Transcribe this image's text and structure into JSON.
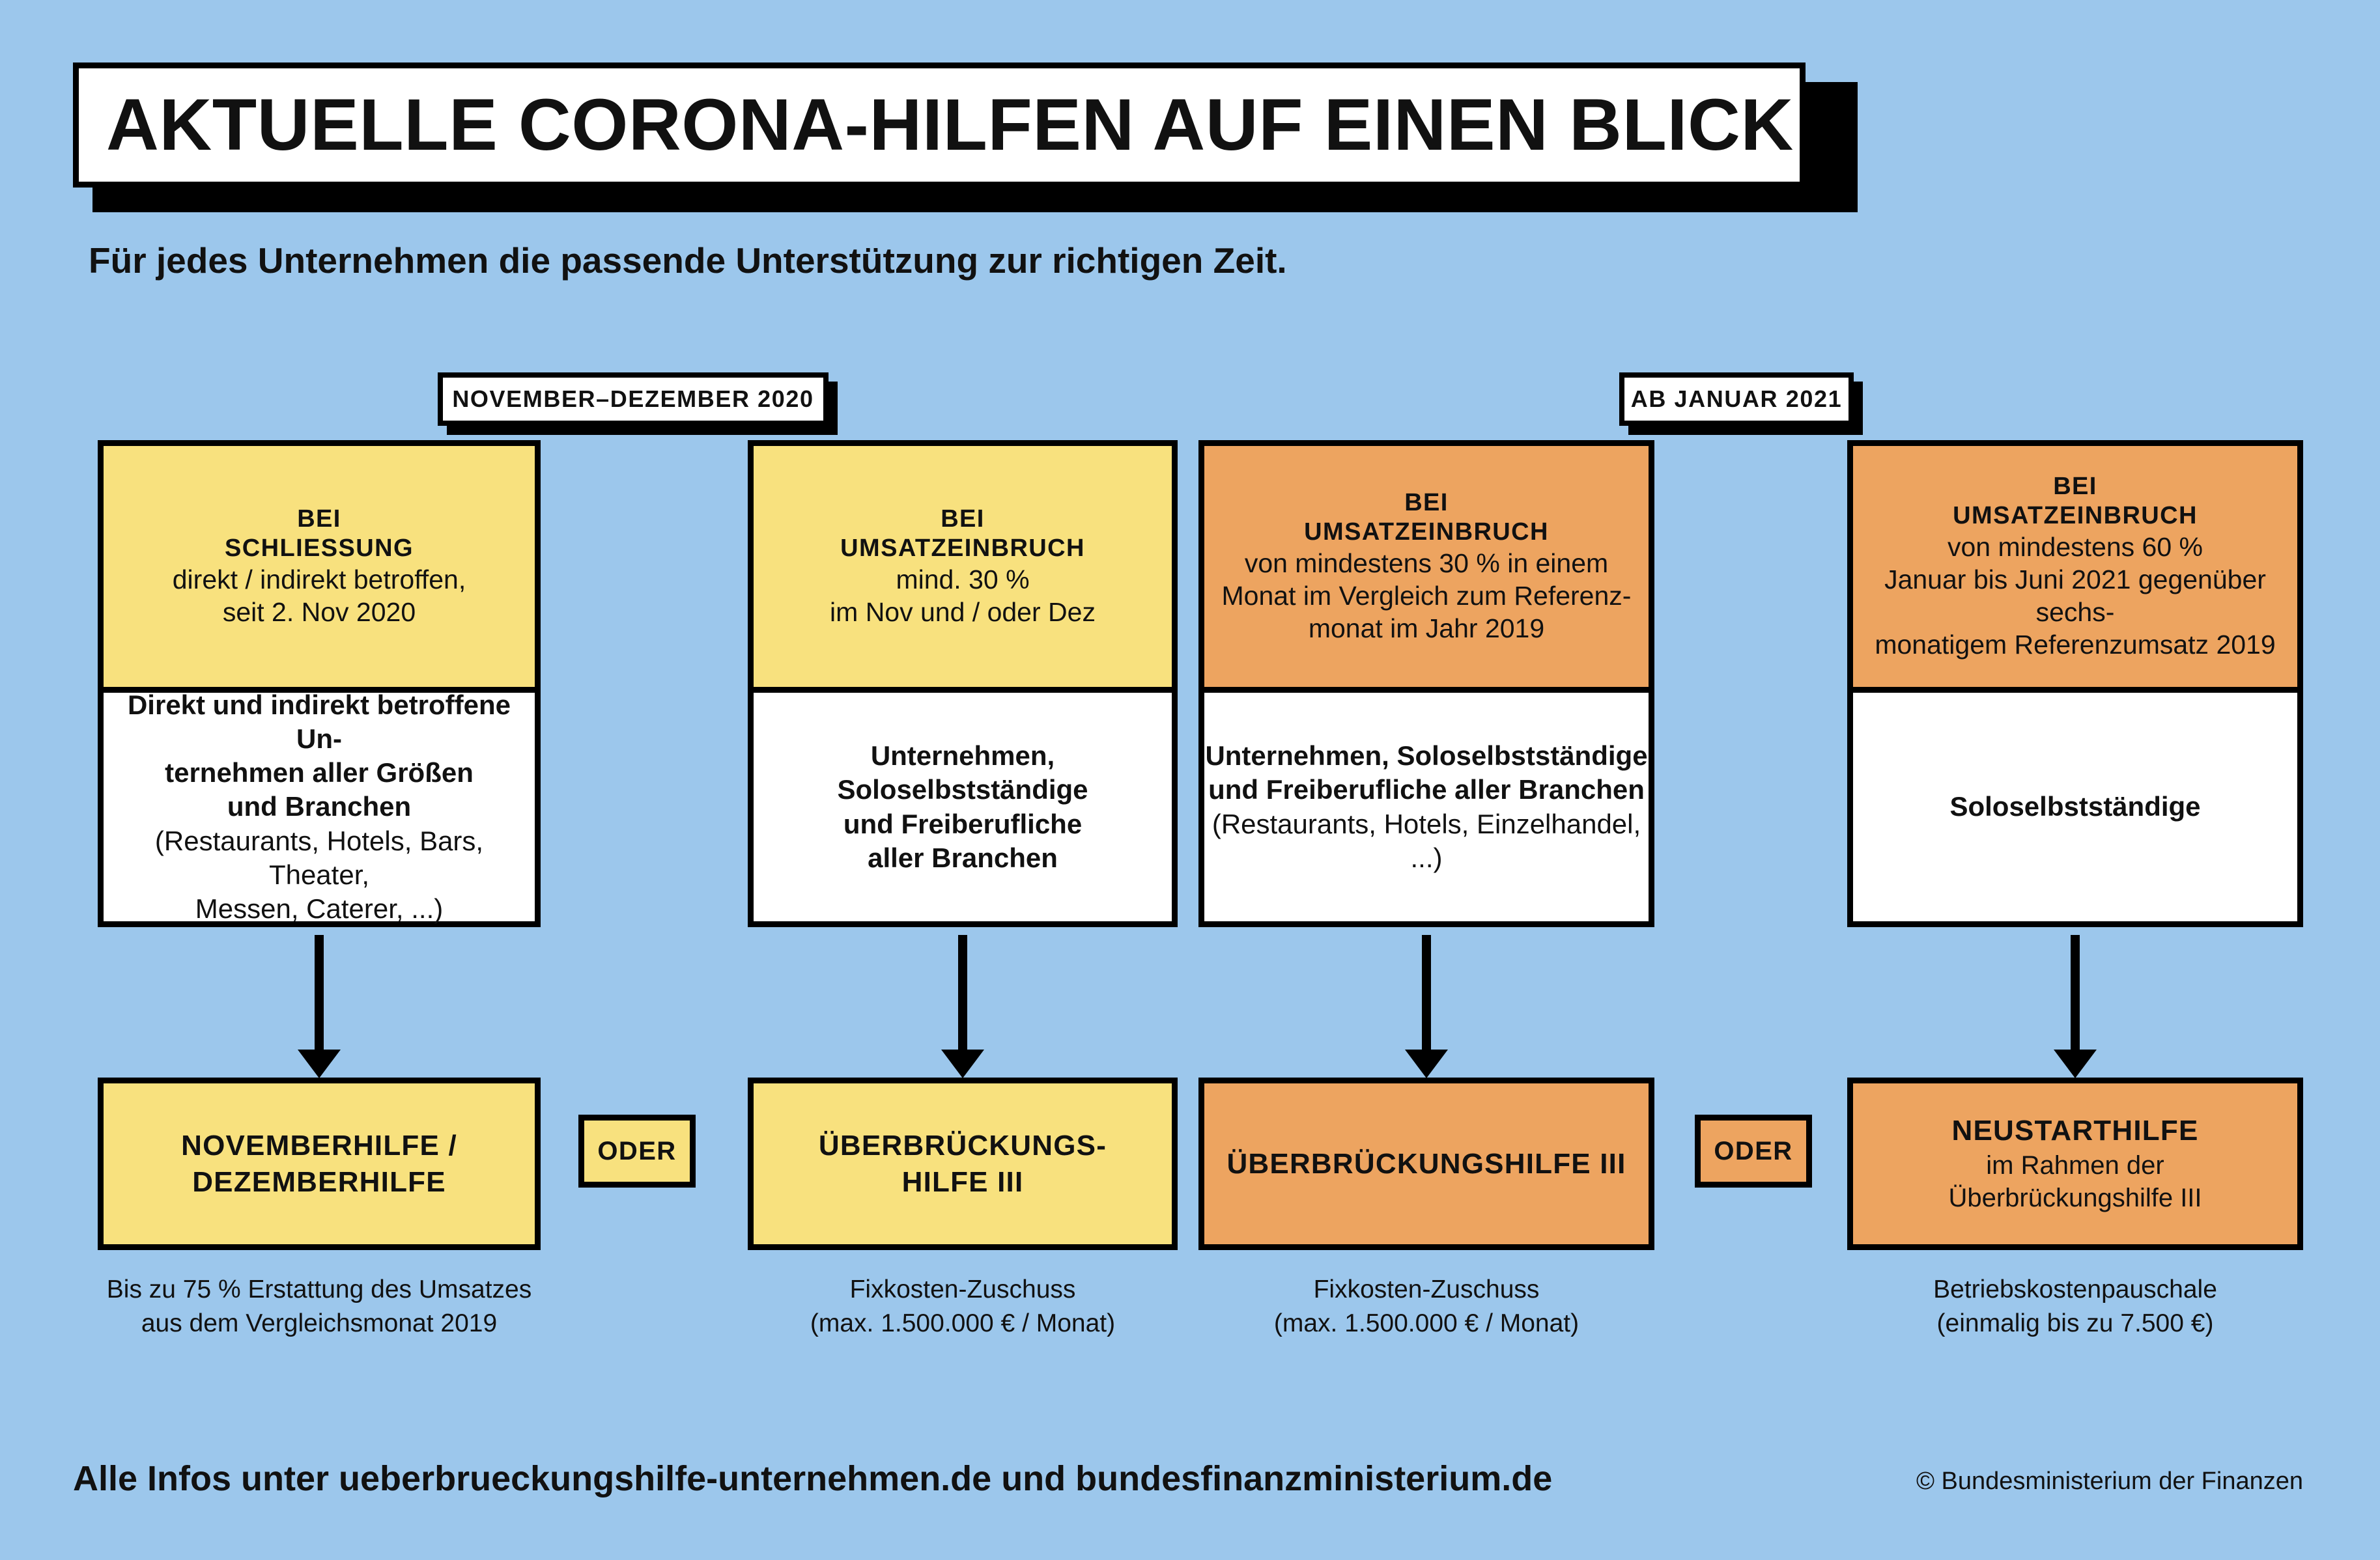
{
  "header": {
    "title": "AKTUELLE CORONA-HILFEN AUF EINEN BLICK",
    "subtitle": "Für jedes Unternehmen die passende Unterstützung zur richtigen Zeit."
  },
  "periods": [
    {
      "label": "NOVEMBER–DEZEMBER 2020"
    },
    {
      "label": "AB JANUAR 2021"
    }
  ],
  "colors": {
    "background": "#9CC7EC",
    "yellow": "#F8E17E",
    "orange": "#EDA460",
    "white": "#FFFFFF",
    "ink": "#000000"
  },
  "columns": [
    {
      "id": "novemberhilfe",
      "accent": "yellow",
      "condition_heading_line1": "BEI",
      "condition_heading_line2": "SCHLIESSUNG",
      "condition_lines": [
        "direkt / indirekt betroffen,",
        "seit 2. Nov 2020"
      ],
      "target_bold_lines": [
        "Direkt und indirekt betroffene Un-",
        "ternehmen aller Größen",
        "und Branchen"
      ],
      "target_regular_lines": [
        "(Restaurants, Hotels, Bars, Theater,",
        "Messen, Caterer, ...)"
      ],
      "result_title_lines": [
        "NOVEMBERHILFE /",
        "DEZEMBERHILFE"
      ],
      "result_sub_lines": [],
      "caption_lines": [
        "Bis zu 75 % Erstattung des Umsatzes",
        "aus dem Vergleichsmonat 2019"
      ]
    },
    {
      "id": "ueberbrueckungshilfe-iii-nov-dez",
      "accent": "yellow",
      "condition_heading_line1": "BEI",
      "condition_heading_line2": "UMSATZEINBRUCH",
      "condition_lines": [
        "mind. 30 %",
        "im Nov und / oder Dez"
      ],
      "target_bold_lines": [
        "Unternehmen,",
        "Soloselbstständige",
        "und Freiberufliche",
        "aller Branchen"
      ],
      "target_regular_lines": [],
      "result_title_lines": [
        "ÜBERBRÜCKUNGS-",
        "HILFE III"
      ],
      "result_sub_lines": [],
      "caption_lines": [
        "Fixkosten-Zuschuss",
        "(max. 1.500.000 € / Monat)"
      ]
    },
    {
      "id": "ueberbrueckungshilfe-iii-2021",
      "accent": "orange",
      "condition_heading_line1": "BEI",
      "condition_heading_line2": "UMSATZEINBRUCH",
      "condition_lines": [
        "von mindestens 30 % in einem",
        "Monat im Vergleich zum Referenz-",
        "monat im Jahr 2019"
      ],
      "target_bold_lines": [
        "Unternehmen, Soloselbstständige",
        "und Freiberufliche aller Branchen"
      ],
      "target_regular_lines": [
        "(Restaurants, Hotels, Einzelhandel, ...)"
      ],
      "result_title_lines": [
        "ÜBERBRÜCKUNGSHILFE III"
      ],
      "result_sub_lines": [],
      "caption_lines": [
        "Fixkosten-Zuschuss",
        "(max. 1.500.000 € / Monat)"
      ]
    },
    {
      "id": "neustarthilfe",
      "accent": "orange",
      "condition_heading_line1": "BEI",
      "condition_heading_line2": "UMSATZEINBRUCH",
      "condition_lines": [
        "von mindestens 60 %",
        "Januar bis Juni 2021 gegenüber sechs-",
        "monatigem Referenzumsatz 2019"
      ],
      "target_bold_lines": [
        "Soloselbstständige"
      ],
      "target_regular_lines": [],
      "result_title_lines": [
        "NEUSTARTHILFE"
      ],
      "result_sub_lines": [
        "im Rahmen der",
        "Überbrückungshilfe III"
      ],
      "caption_lines": [
        "Betriebskostenpauschale",
        "(einmalig bis zu 7.500 €)"
      ]
    }
  ],
  "connectors": [
    {
      "label": "ODER",
      "accent": "yellow"
    },
    {
      "label": "ODER",
      "accent": "orange"
    }
  ],
  "footer": {
    "info": "Alle Infos unter ueberbrueckungshilfe-unternehmen.de und bundesfinanzministerium.de",
    "copyright": "© Bundesministerium der Finanzen"
  }
}
